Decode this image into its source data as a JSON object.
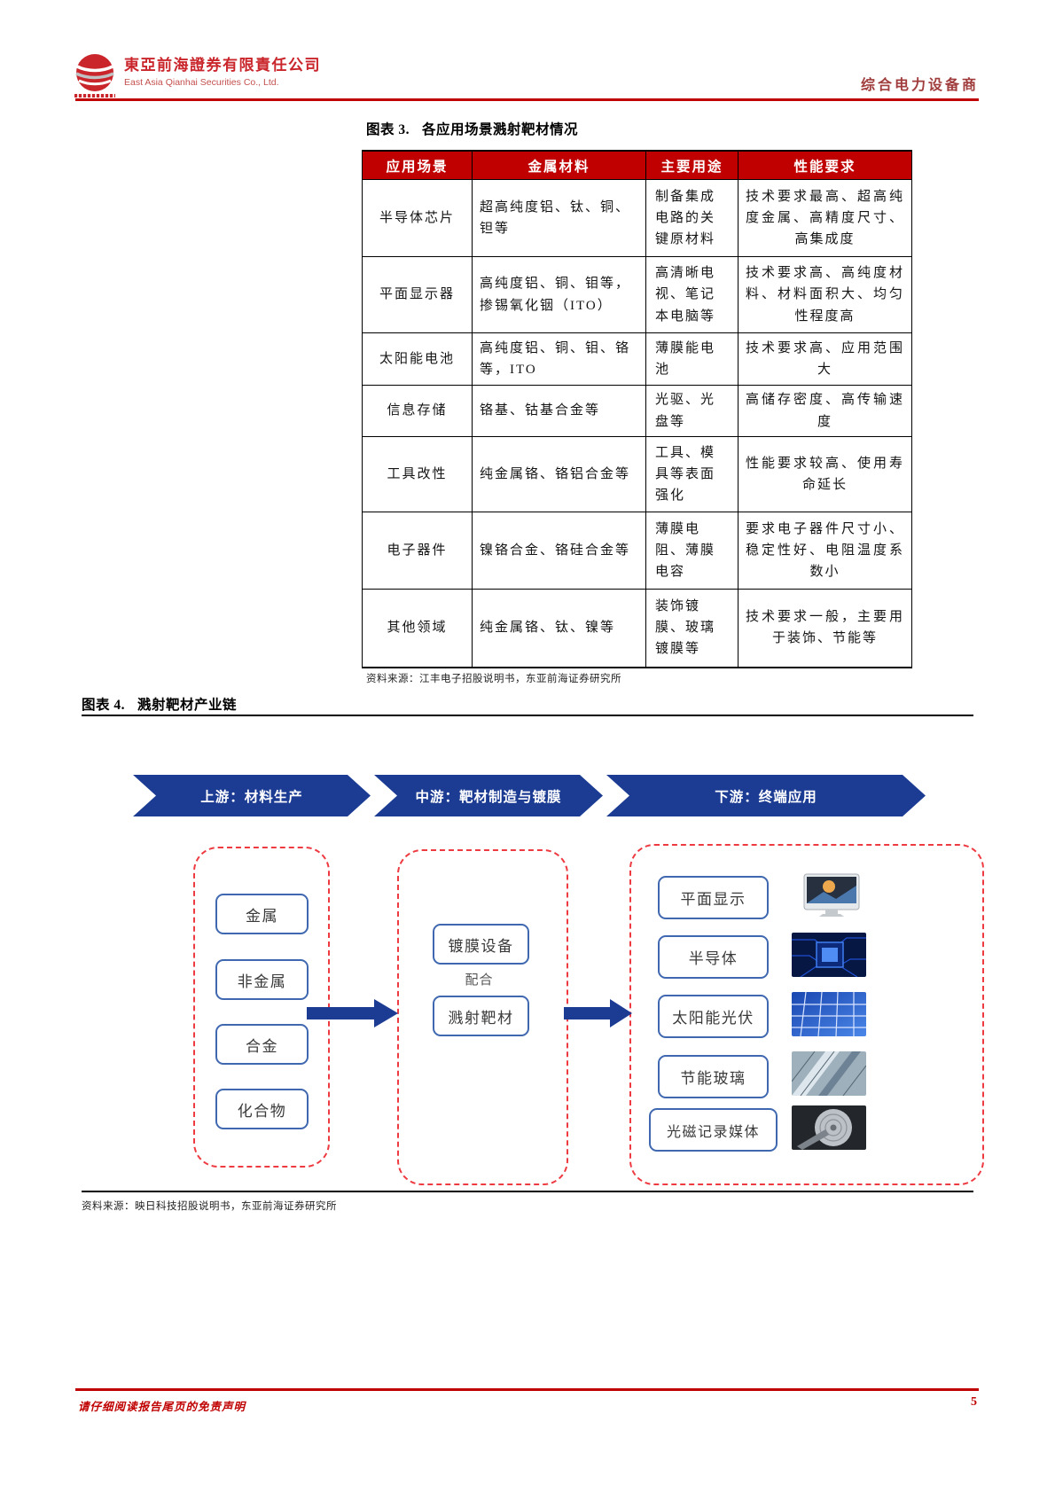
{
  "header": {
    "company_cn": "東亞前海證券有限責任公司",
    "company_en": "East Asia Qianhai Securities Co., Ltd.",
    "category": "综合电力设备商"
  },
  "figure3": {
    "label": "图表 3.",
    "title": "各应用场景溅射靶材情况",
    "table": {
      "headers": [
        "应用场景",
        "金属材料",
        "主要用途",
        "性能要求"
      ],
      "rows": [
        [
          "半导体芯片",
          "超高纯度铝、钛、铜、钽等",
          "制备集成电路的关键原材料",
          "技术要求最高、超高纯度金属、高精度尺寸、高集成度"
        ],
        [
          "平面显示器",
          "高纯度铝、铜、钼等，掺锡氧化铟（ITO）",
          "高清晰电视、笔记本电脑等",
          "技术要求高、高纯度材料、材料面积大、均匀性程度高"
        ],
        [
          "太阳能电池",
          "高纯度铝、铜、钼、铬等，ITO",
          "薄膜能电池",
          "技术要求高、应用范围大"
        ],
        [
          "信息存储",
          "铬基、钴基合金等",
          "光驱、光盘等",
          "高储存密度、高传输速度"
        ],
        [
          "工具改性",
          "纯金属铬、铬铝合金等",
          "工具、模具等表面强化",
          "性能要求较高、使用寿命延长"
        ],
        [
          "电子器件",
          "镍铬合金、铬硅合金等",
          "薄膜电阻、薄膜电容",
          "要求电子器件尺寸小、稳定性好、电阻温度系数小"
        ],
        [
          "其他领域",
          "纯金属铬、钛、镍等",
          "装饰镀膜、玻璃镀膜等",
          "技术要求一般，主要用于装饰、节能等"
        ]
      ]
    },
    "source": "资料来源：江丰电子招股说明书，东亚前海证券研究所"
  },
  "figure4": {
    "label": "图表 4.",
    "title": "溅射靶材产业链",
    "banners": [
      "上游：材料生产",
      "中游：靶材制造与镀膜",
      "下游：终端应用"
    ],
    "upstream_items": [
      "金属",
      "非金属",
      "合金",
      "化合物"
    ],
    "midstream": {
      "top": "镀膜设备",
      "connector": "配合",
      "bottom": "溅射靶材"
    },
    "downstream_items": [
      "平面显示",
      "半导体",
      "太阳能光伏",
      "节能玻璃",
      "光磁记录媒体"
    ],
    "downstream_icons": [
      "monitor-photo",
      "chip-photo",
      "solar-panel-photo",
      "glass-building-photo",
      "hard-disk-photo"
    ],
    "source": "资料来源：映日科技招股说明书，东亚前海证券研究所"
  },
  "footer": {
    "disclaimer": "请仔细阅读报告尾页的免责声明",
    "page_number": "5"
  },
  "colors": {
    "brand_red": "#C9252B",
    "rule_red": "#C00000",
    "table_header_bg": "#C00000",
    "banner_navy": "#1C3C94",
    "node_border_blue": "#4068B0",
    "dashed_red": "#EE3A41"
  }
}
